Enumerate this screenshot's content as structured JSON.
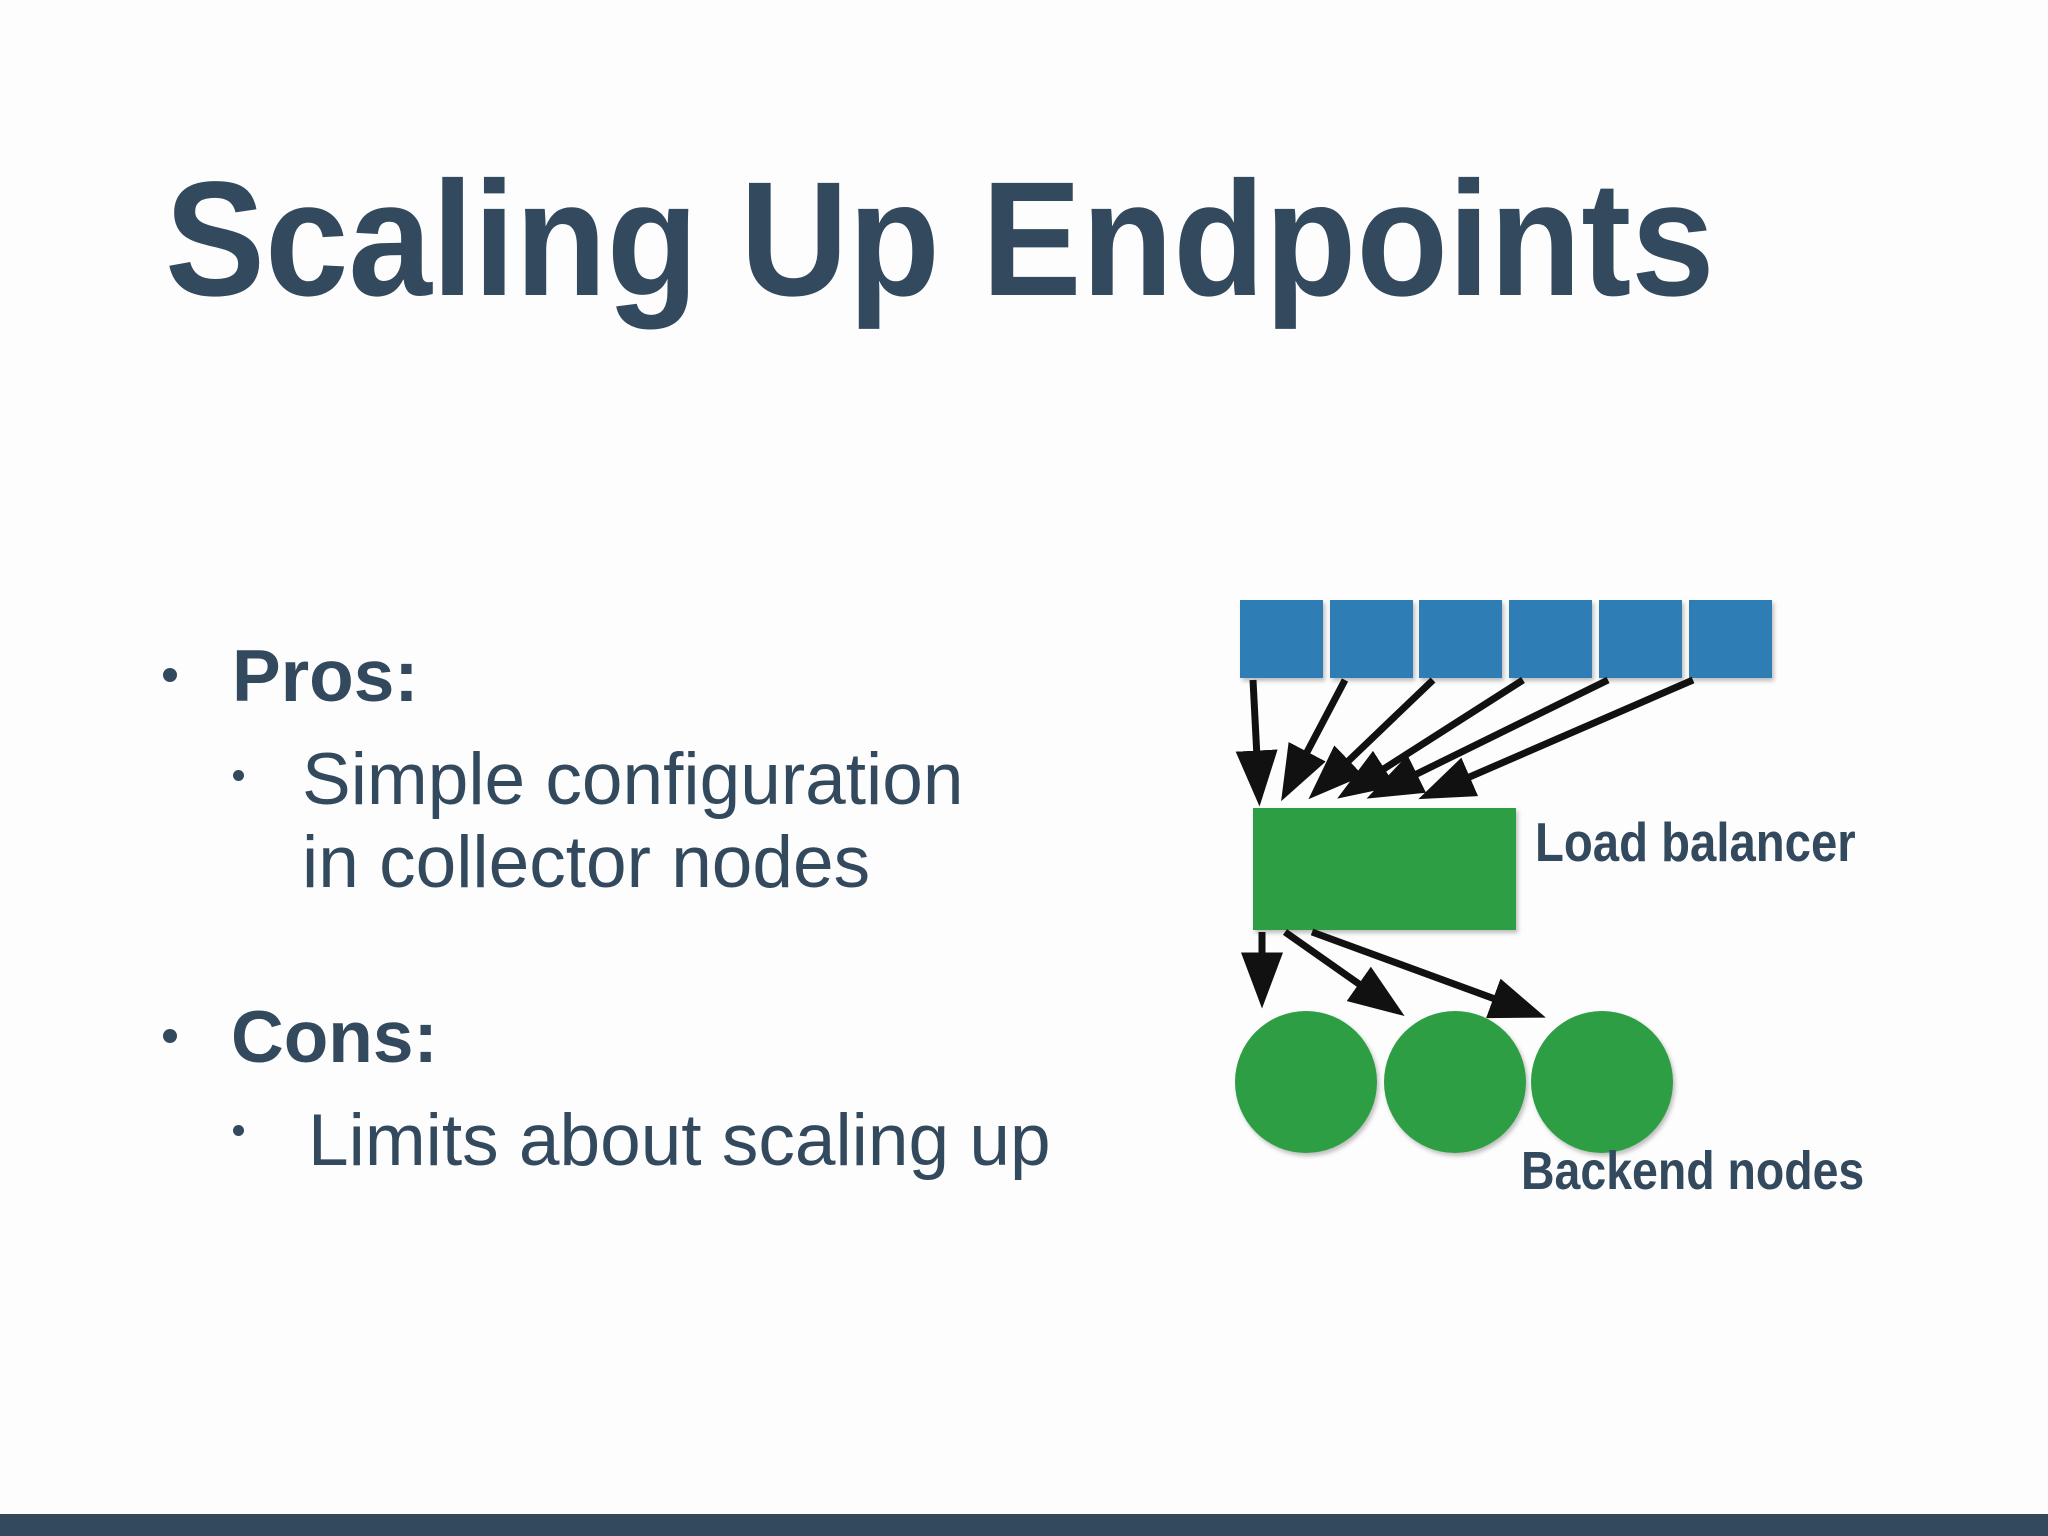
{
  "slide": {
    "title": "Scaling Up Endpoints",
    "bullets": {
      "pros_label": "Pros:",
      "pros_item_line1": "Simple configuration",
      "pros_item_line2": "in collector nodes",
      "cons_label": "Cons:",
      "cons_item": "Limits about scaling up"
    },
    "diagram": {
      "load_balancer_label": "Load balancer",
      "backend_nodes_label": "Backend nodes",
      "client_square_count": 6,
      "backend_circle_count": 3
    },
    "colors": {
      "text_dark_slate": "#33495e",
      "client_square_blue": "#2e7eb5",
      "node_green": "#2f9e44",
      "arrow_black": "#111111",
      "footer_bar": "#33495c"
    }
  }
}
